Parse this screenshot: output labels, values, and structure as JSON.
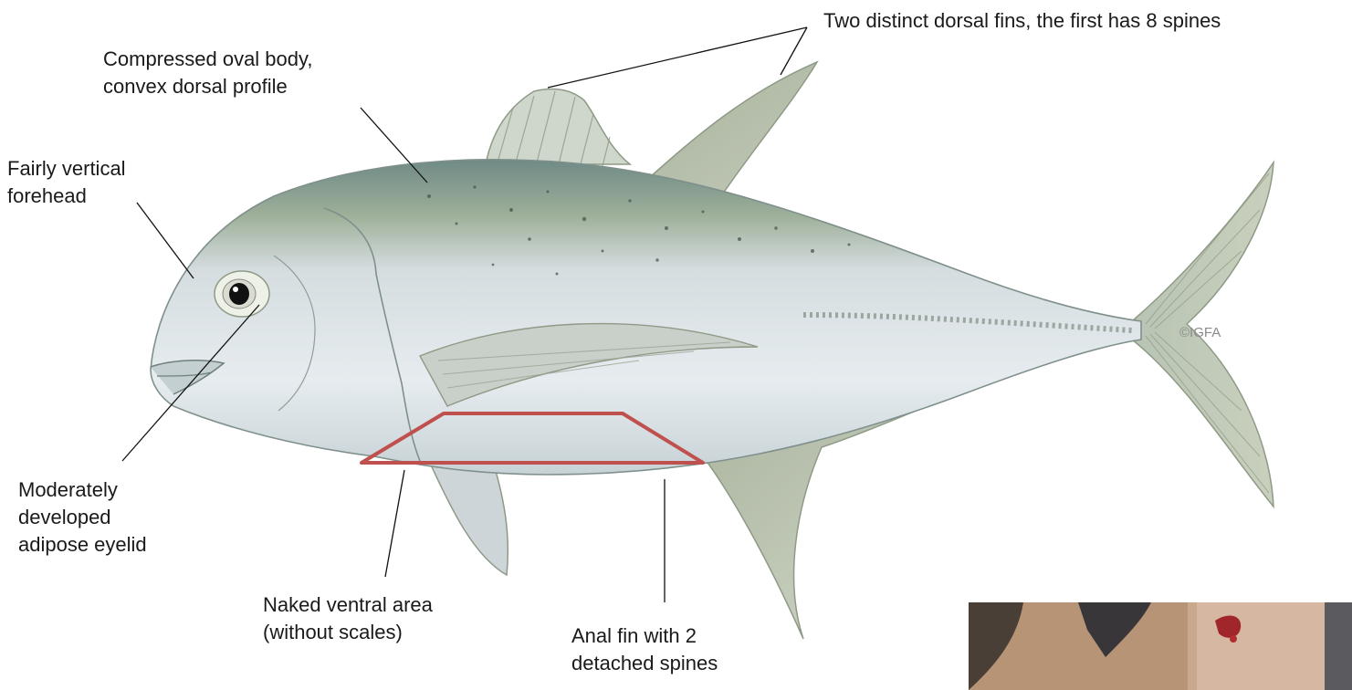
{
  "labels": {
    "dorsal_fins": [
      "Two distinct dorsal fins, the first has 8 spines"
    ],
    "body": [
      "Compressed oval body,",
      "convex dorsal profile"
    ],
    "forehead": [
      "Fairly vertical",
      "forehead"
    ],
    "eyelid": [
      "Moderately",
      "developed",
      "adipose eyelid"
    ],
    "ventral": [
      "Naked ventral area",
      "(without scales)"
    ],
    "anal_fin": [
      "Anal fin with 2",
      "detached spines"
    ]
  },
  "credit": "©IGFA",
  "colors": {
    "text": "#1a1a1a",
    "leader": "#111111",
    "highlight": "#c0504d",
    "body_silver": "#dde4e8",
    "back_olive": "#9aa88a",
    "fin": "#c5ccbd"
  },
  "icons": [
    "fish-illustration",
    "photo-thumbnail"
  ]
}
